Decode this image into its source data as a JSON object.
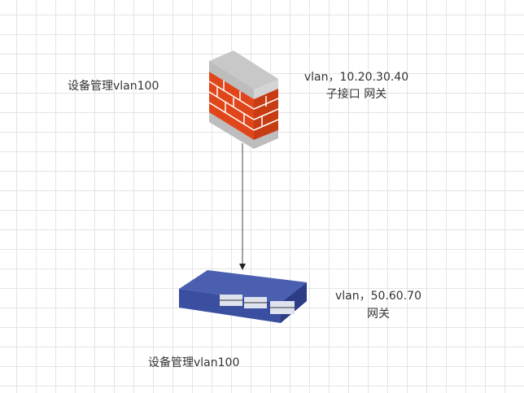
{
  "firewall": {
    "mgmt_label": "设备管理vlan100",
    "vlan_label": "vlan，10.20.30.40",
    "role_label": "子接口 网关"
  },
  "switch": {
    "mgmt_label": "设备管理vlan100",
    "vlan_label": "vlan，50.60.70",
    "role_label": "网关"
  },
  "colors": {
    "brick": "#e0461a",
    "switch": "#3a4fa0"
  }
}
